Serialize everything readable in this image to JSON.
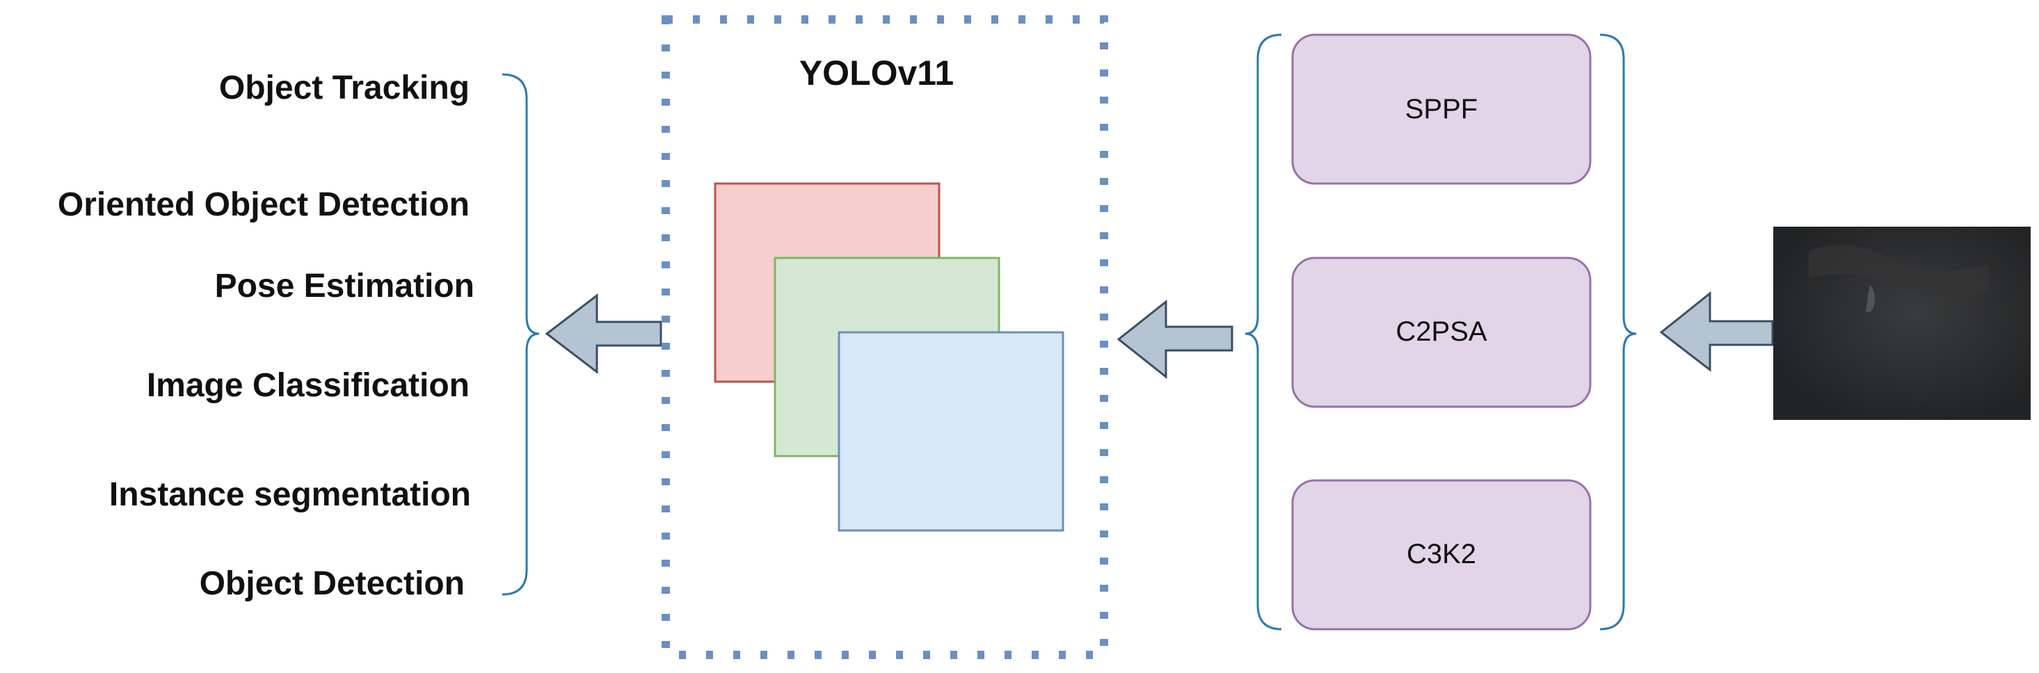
{
  "diagram": {
    "title": "YOLOv11",
    "tasks": [
      "Object Tracking",
      "Oriented Object Detection",
      "Pose Estimation",
      "Image Classification",
      "Instance segmentation",
      "Object Detection"
    ],
    "modules": [
      "SPPF",
      "C2PSA",
      "C3K2"
    ]
  },
  "colors": {
    "bracket": "#2a7ab0",
    "dotted_border": "#6b8fc4",
    "arrow_fill": "#b4c4d2",
    "arrow_stroke": "#3a4f63",
    "card_red_fill": "#f6cecd",
    "card_red_stroke": "#b85450",
    "card_green_fill": "#d5e8d4",
    "card_green_stroke": "#82b366",
    "card_blue_fill": "#dae8fc",
    "card_blue_stroke": "#6c8ebf",
    "module_fill": "#e1d5e7",
    "module_stroke": "#9673a6",
    "input_image": "#2a2b2c"
  }
}
